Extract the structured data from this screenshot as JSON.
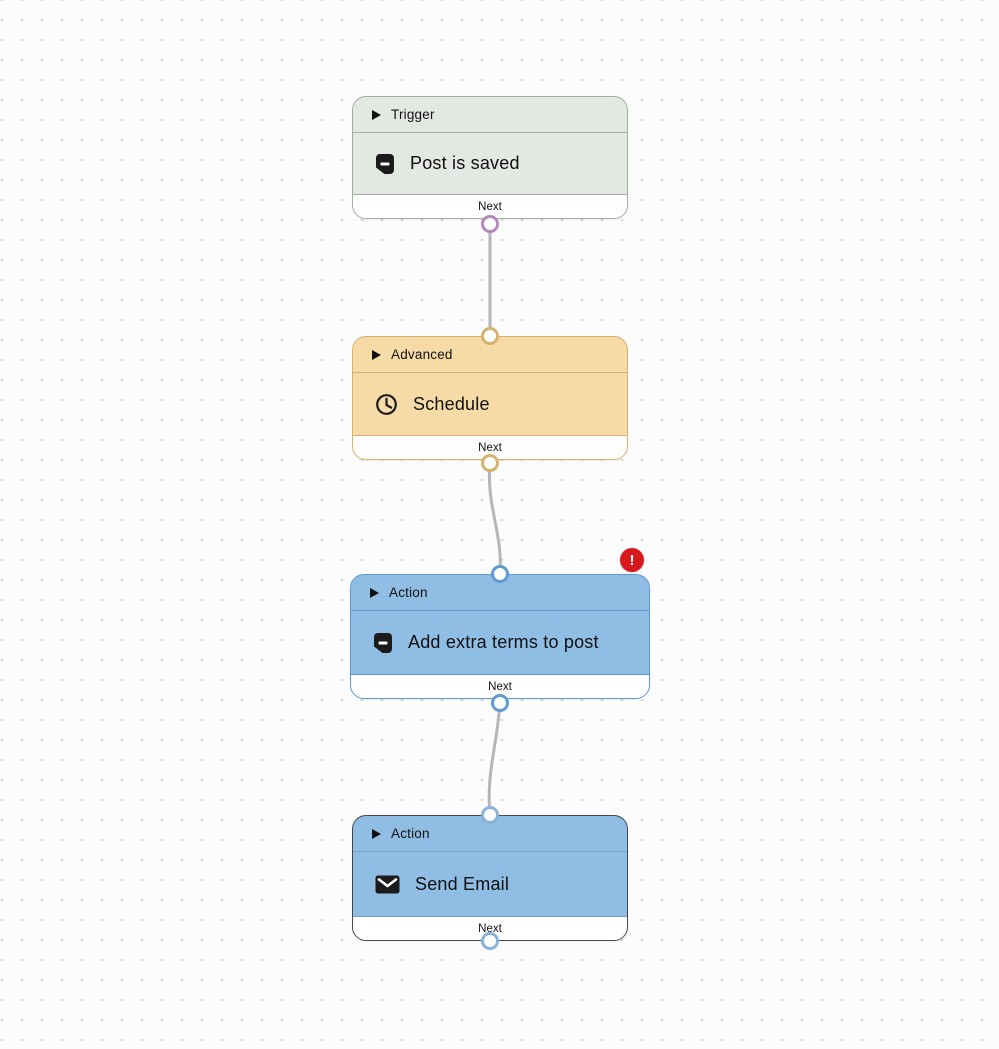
{
  "canvas": {
    "background_color": "#fcfcfc",
    "dot_color": "#d2d2d2"
  },
  "connectors": {
    "color": "#b6b6ba"
  },
  "error_badge": {
    "glyph": "!",
    "color": "#d7181f",
    "attached_to": "action-add-extra-terms"
  },
  "nodes": [
    {
      "id": "trigger-post-is-saved",
      "category": "Trigger",
      "title": "Post is saved",
      "icon": "document-icon",
      "next_label": "Next",
      "fill": "#e4e8e2",
      "border": "#a5aea3",
      "divider": "#a5aea3",
      "port_color": "#b389b9"
    },
    {
      "id": "advanced-schedule",
      "category": "Advanced",
      "title": "Schedule",
      "icon": "clock-icon",
      "next_label": "Next",
      "fill": "#f6dba7",
      "border": "#d6b26e",
      "divider": "#d6b26e",
      "port_color": "#d6b26e"
    },
    {
      "id": "action-add-extra-terms",
      "category": "Action",
      "title": "Add extra terms to post",
      "icon": "document-icon",
      "next_label": "Next",
      "fill": "#90bde4",
      "border": "#5f9bd1",
      "divider": "#5f9bd1",
      "port_color": "#5f9bd1",
      "has_error": true
    },
    {
      "id": "action-send-email",
      "category": "Action",
      "title": "Send Email",
      "icon": "envelope-icon",
      "next_label": "Next",
      "fill": "#90bde4",
      "border": "#44474b",
      "divider": "#7aa0c5",
      "port_color": "#8ab2d8",
      "selected": true
    }
  ]
}
